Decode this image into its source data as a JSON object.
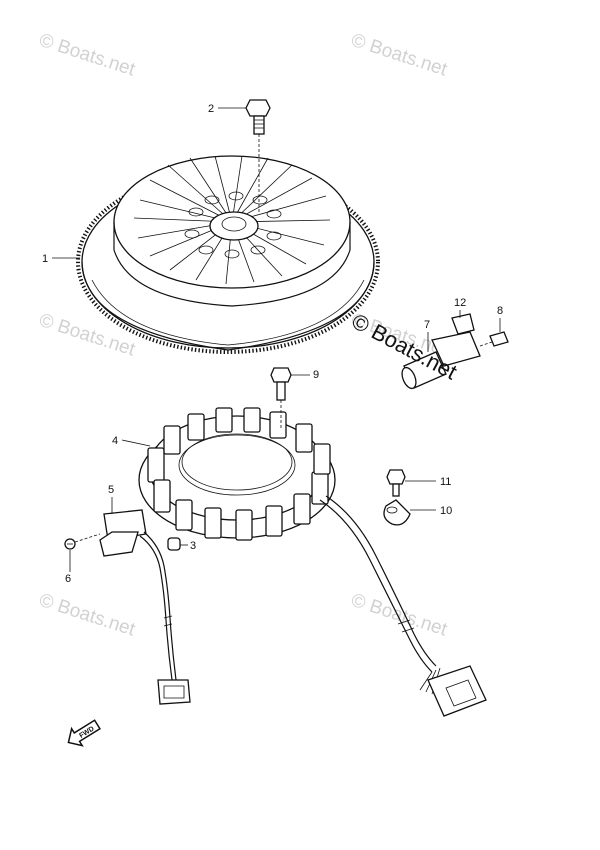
{
  "watermarks": [
    "© Boats.net",
    "© Boats.net",
    "© Boats.net",
    "© Boats.net",
    "© Boats.net",
    "© Boats.net"
  ],
  "overlay_watermark": "© Boats.net",
  "callouts": {
    "flywheel": "1",
    "flywheel_bolt": "2",
    "cap": "3",
    "stator": "4",
    "pulser_coil": "5",
    "pulser_screw": "6",
    "crank_sensor": "7",
    "sensor_bolt": "8",
    "stator_bolt": "9",
    "clamp": "10",
    "clamp_bolt": "11",
    "sensor_bracket": "12"
  },
  "fwd_label": "FWD",
  "colors": {
    "line": "#111111",
    "watermark": "#d2d2d2"
  }
}
